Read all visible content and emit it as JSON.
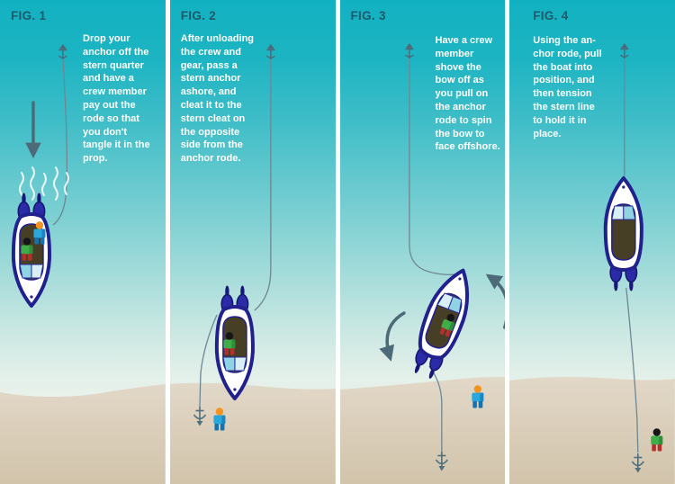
{
  "panels": [
    {
      "label": "FIG. 1",
      "caption": "Drop your\nanchor off the\nstern quarter\nand have a\ncrew member\npay out the\nrode so that\nyou don't\ntangle it in the\nprop."
    },
    {
      "label": "FIG. 2",
      "caption": "After unloading\nthe crew and\ngear, pass a\nstern anchor\nashore, and\ncleat it to the\nstern cleat on\nthe opposite\nside from the\nanchor rode."
    },
    {
      "label": "FIG. 3",
      "caption": "Have a crew\nmember\nshove the\nbow off as\nyou pull on\nthe anchor\nrode to spin\nthe bow to\nface offshore."
    },
    {
      "label": "FIG. 4",
      "caption": "Using the an-\nchor rode, pull\nthe boat into\nposition, and\nthen tension\nthe stern line\nto hold it in\nplace."
    }
  ],
  "colors": {
    "water_teal_top": "#12b1c1",
    "water_pale_shore": "#edf3ec",
    "sand_top": "#e2d8c8",
    "sand_bottom": "#d2c4ab",
    "hull_navy": "#20208f",
    "cockpit_brown": "#473e26",
    "windshield_blue": "#90d3e3",
    "arrow_slate": "#4d6a78",
    "rode_line": "#6e8792",
    "label_teal": "#1e5a6b",
    "caption_white": "#ffffff",
    "crew_orange_head": "#f6921e",
    "crew_blue_shirt": "#2aa7db",
    "crew_green_shirt": "#3fae49",
    "crew_red_pants": "#b5302c"
  },
  "icons": {
    "boat": "boat-illustration",
    "anchor": "anchor-icon",
    "person": "person-icon",
    "down_arrow": "down-arrow-icon",
    "rotation_arrow": "rotation-arrow-icon",
    "wake": "wake-lines-icon"
  }
}
